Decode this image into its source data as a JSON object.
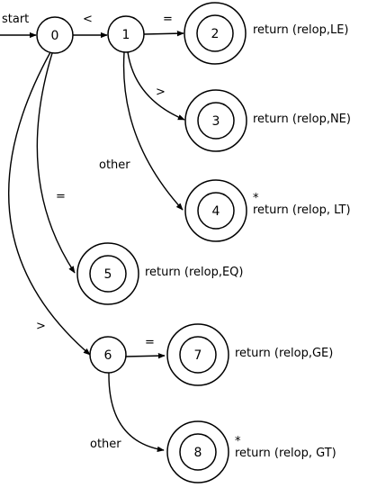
{
  "start_label": "start",
  "states": [
    {
      "id": "0",
      "label": "0",
      "accepting": false
    },
    {
      "id": "1",
      "label": "1",
      "accepting": false
    },
    {
      "id": "2",
      "label": "2",
      "accepting": true,
      "action": "return (relop,LE)",
      "retract": ""
    },
    {
      "id": "3",
      "label": "3",
      "accepting": true,
      "action": "return (relop,NE)",
      "retract": ""
    },
    {
      "id": "4",
      "label": "4",
      "accepting": true,
      "action": "return (relop, LT)",
      "retract": "*"
    },
    {
      "id": "5",
      "label": "5",
      "accepting": true,
      "action": "return (relop,EQ)",
      "retract": ""
    },
    {
      "id": "6",
      "label": "6",
      "accepting": false
    },
    {
      "id": "7",
      "label": "7",
      "accepting": true,
      "action": "return (relop,GE)",
      "retract": ""
    },
    {
      "id": "8",
      "label": "8",
      "accepting": true,
      "action": "return (relop, GT)",
      "retract": "*"
    }
  ],
  "transitions": [
    {
      "from": "0",
      "to": "1",
      "label": "<"
    },
    {
      "from": "1",
      "to": "2",
      "label": "="
    },
    {
      "from": "1",
      "to": "3",
      "label": ">"
    },
    {
      "from": "1",
      "to": "4",
      "label": "other"
    },
    {
      "from": "0",
      "to": "5",
      "label": "="
    },
    {
      "from": "0",
      "to": "6",
      "label": ">"
    },
    {
      "from": "6",
      "to": "7",
      "label": "="
    },
    {
      "from": "6",
      "to": "8",
      "label": "other"
    }
  ]
}
